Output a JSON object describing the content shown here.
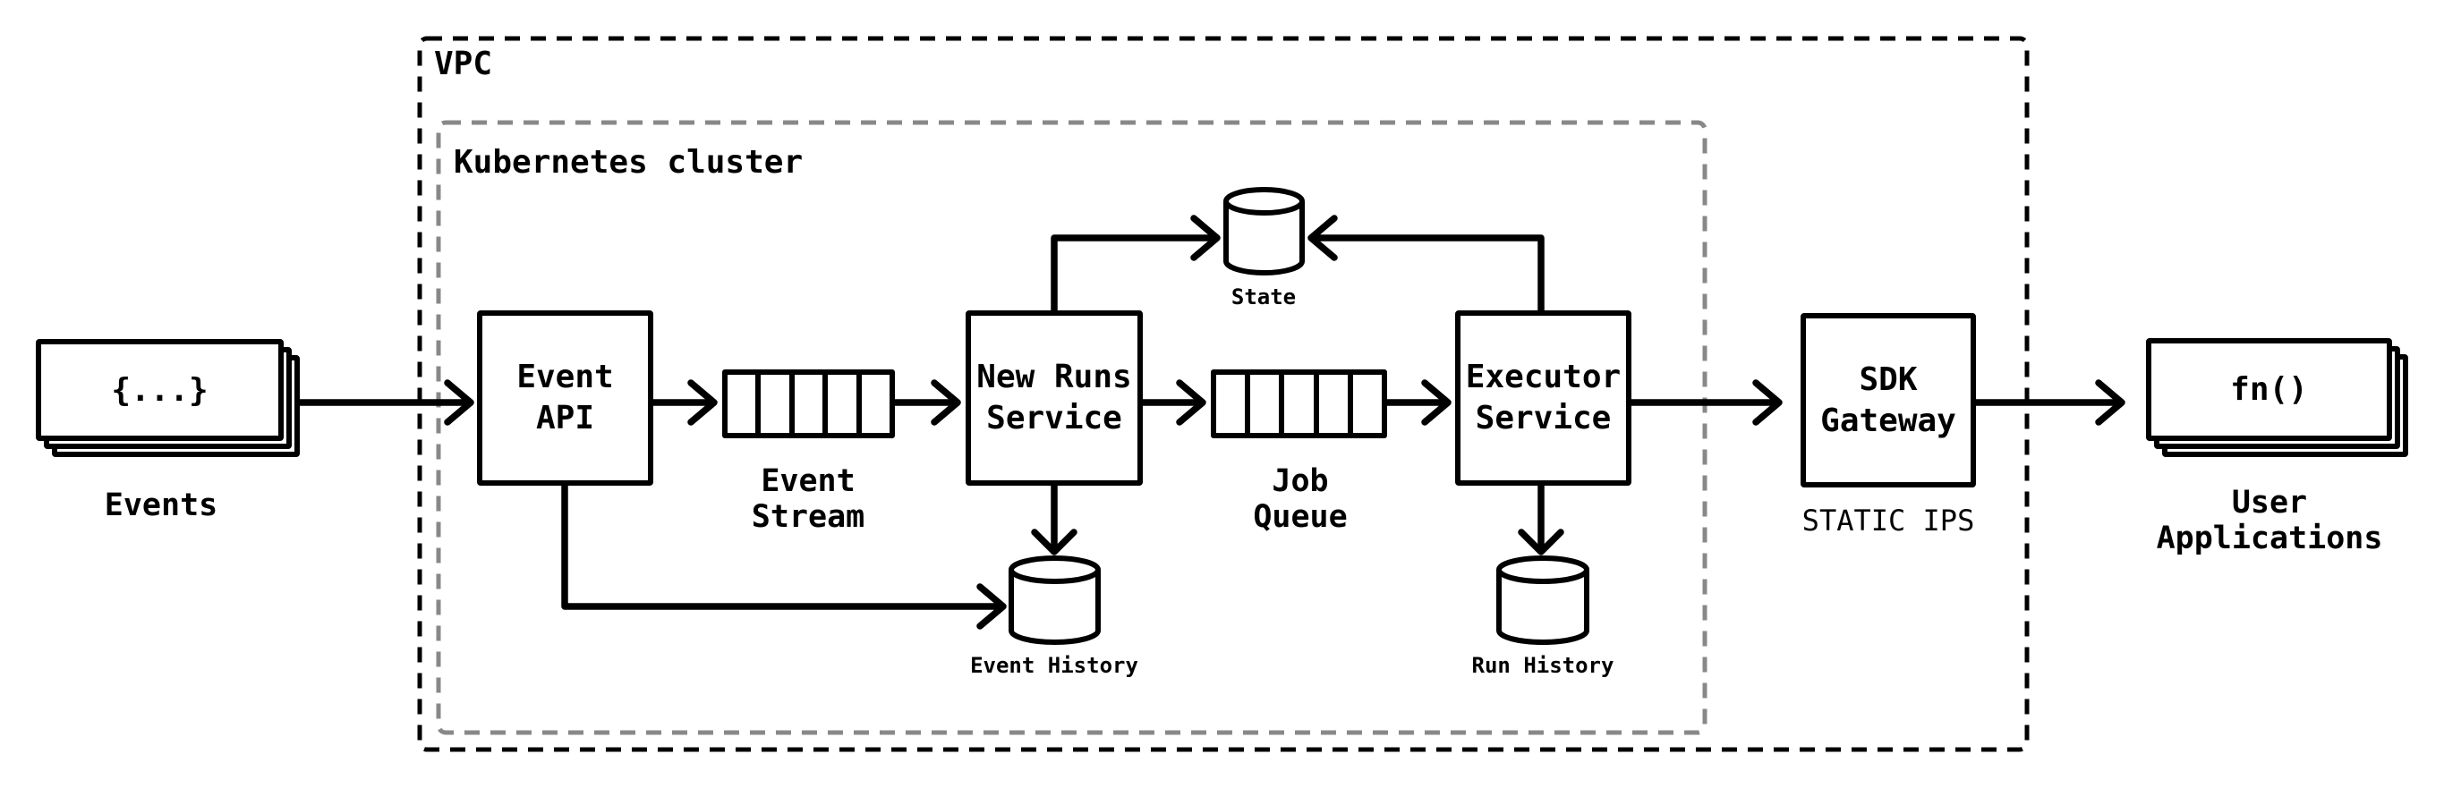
{
  "vpc": {
    "label": "VPC"
  },
  "kubernetes": {
    "label": "Kubernetes cluster"
  },
  "nodes": {
    "events": {
      "glyph": "{...}",
      "label": "Events"
    },
    "event_api": {
      "line1": "Event",
      "line2": "API"
    },
    "event_stream": {
      "line1": "Event",
      "line2": "Stream"
    },
    "new_runs_service": {
      "line1": "New Runs",
      "line2": "Service"
    },
    "state": {
      "label": "State"
    },
    "job_queue": {
      "line1": "Job",
      "line2": "Queue"
    },
    "executor_service": {
      "line1": "Executor",
      "line2": "Service"
    },
    "event_history": {
      "label": "Event History"
    },
    "run_history": {
      "label": "Run History"
    },
    "sdk_gateway": {
      "line1": "SDK",
      "line2": "Gateway",
      "sublabel": "STATIC IPS"
    },
    "user_applications": {
      "glyph": "fn()",
      "line1": "User",
      "line2": "Applications"
    }
  },
  "colors": {
    "line": "#000000",
    "cluster_border": "#888888",
    "background": "#ffffff"
  }
}
